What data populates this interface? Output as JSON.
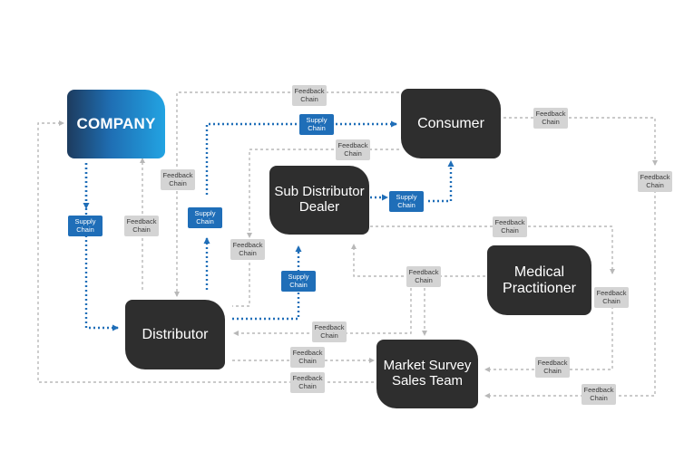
{
  "nodes": {
    "company": "COMPANY",
    "consumer": "Consumer",
    "sub_distributor": [
      "Sub Distributor",
      "Dealer"
    ],
    "medical": [
      "Medical",
      "Practitioner"
    ],
    "distributor": "Distributor",
    "market_survey": [
      "Market Survey",
      "Sales Team"
    ]
  },
  "labels": {
    "feedback": [
      "Feedback",
      "Chain"
    ],
    "supply": [
      "Supply",
      "Chain"
    ]
  },
  "colors": {
    "feedback_line": "#b8b8b8",
    "supply_line": "#1f6eb8",
    "node_fill": "#2e2e2e"
  }
}
